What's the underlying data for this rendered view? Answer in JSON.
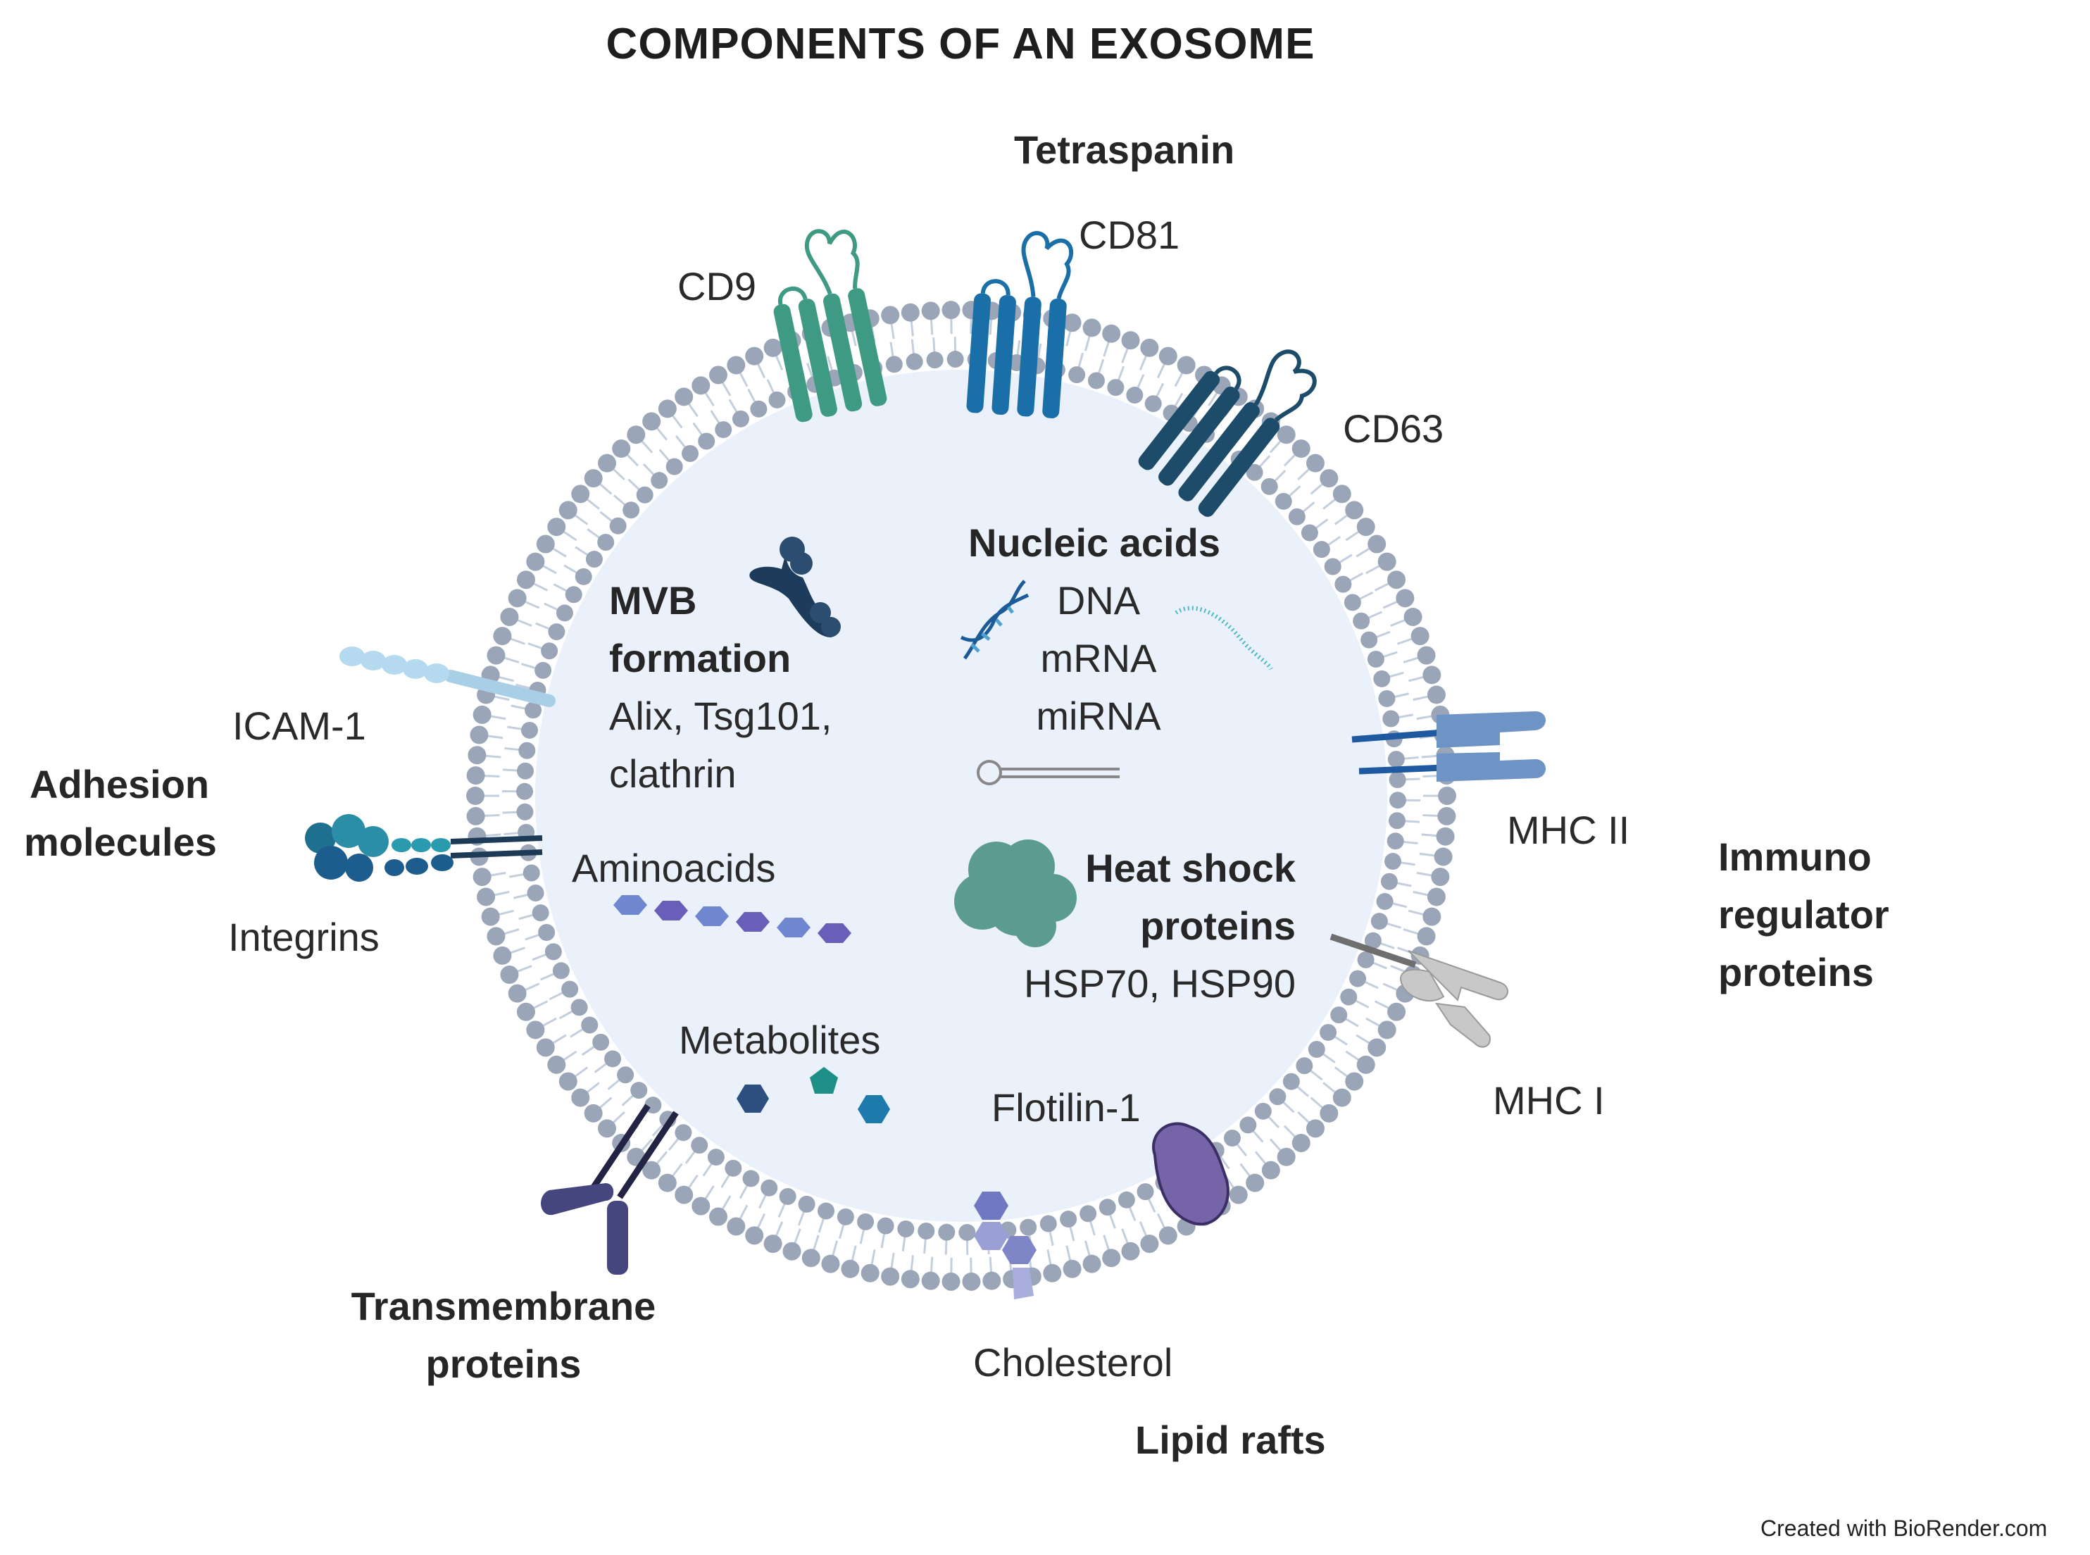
{
  "title": "COMPONENTS OF AN EXOSOME",
  "footer": "Created with BioRender.com",
  "groups": {
    "tetraspanin": {
      "heading": "Tetraspanin",
      "items": [
        "CD9",
        "CD81",
        "CD63"
      ]
    },
    "adhesion": {
      "heading_line1": "Adhesion",
      "heading_line2": "molecules",
      "items": [
        "ICAM-1",
        "Integrins"
      ]
    },
    "immuno": {
      "heading_line1": "Immuno",
      "heading_line2": "regulator",
      "heading_line3": "proteins",
      "items": [
        "MHC II",
        "MHC I"
      ]
    },
    "transmembrane": {
      "heading_line1": "Transmembrane",
      "heading_line2": "proteins"
    },
    "lipid_rafts": {
      "heading": "Lipid rafts",
      "items": [
        "Cholesterol",
        "Flotilin-1"
      ]
    }
  },
  "lumen": {
    "mvb": {
      "heading_line1": "MVB",
      "heading_line2": "formation",
      "line1": "Alix, Tsg101,",
      "line2": "clathrin"
    },
    "nucleic": {
      "heading": "Nucleic acids",
      "items": [
        "DNA",
        "mRNA",
        "miRNA"
      ]
    },
    "aminoacids": "Aminoacids",
    "hsp": {
      "heading_line1": "Heat shock",
      "heading_line2": "proteins",
      "items": "HSP70, HSP90"
    },
    "metabolites": "Metabolites"
  },
  "colors": {
    "lumen": "#eaf1fa",
    "lipid_head": "#9aa6b8",
    "lipid_tail": "#c3cfdd",
    "cd9": "#3f9a84",
    "cd81": "#1a6fa8",
    "cd63": "#1d4c6a",
    "mhc2": "#6d94c4",
    "mhc1": "#c5c5c5",
    "hsp": "#5c9b92",
    "amino": "#6a6fc1",
    "transmembrane": "#45467e",
    "flotilin": "#7664a8"
  }
}
